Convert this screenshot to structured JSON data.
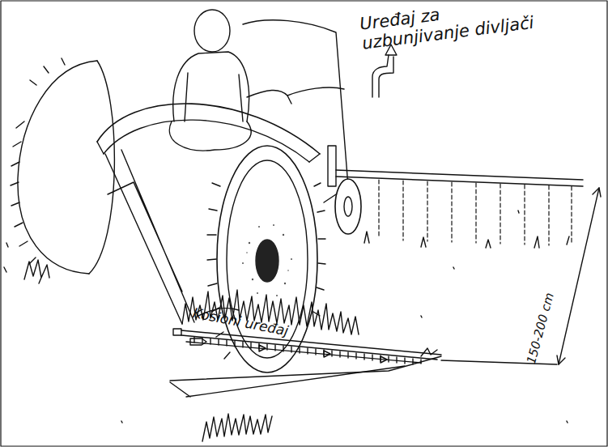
{
  "diagram": {
    "labels": [
      "Uređaj za uzbunjivanje divljači",
      "Kosioni uređaj",
      "150-200 cm"
    ]
  }
}
